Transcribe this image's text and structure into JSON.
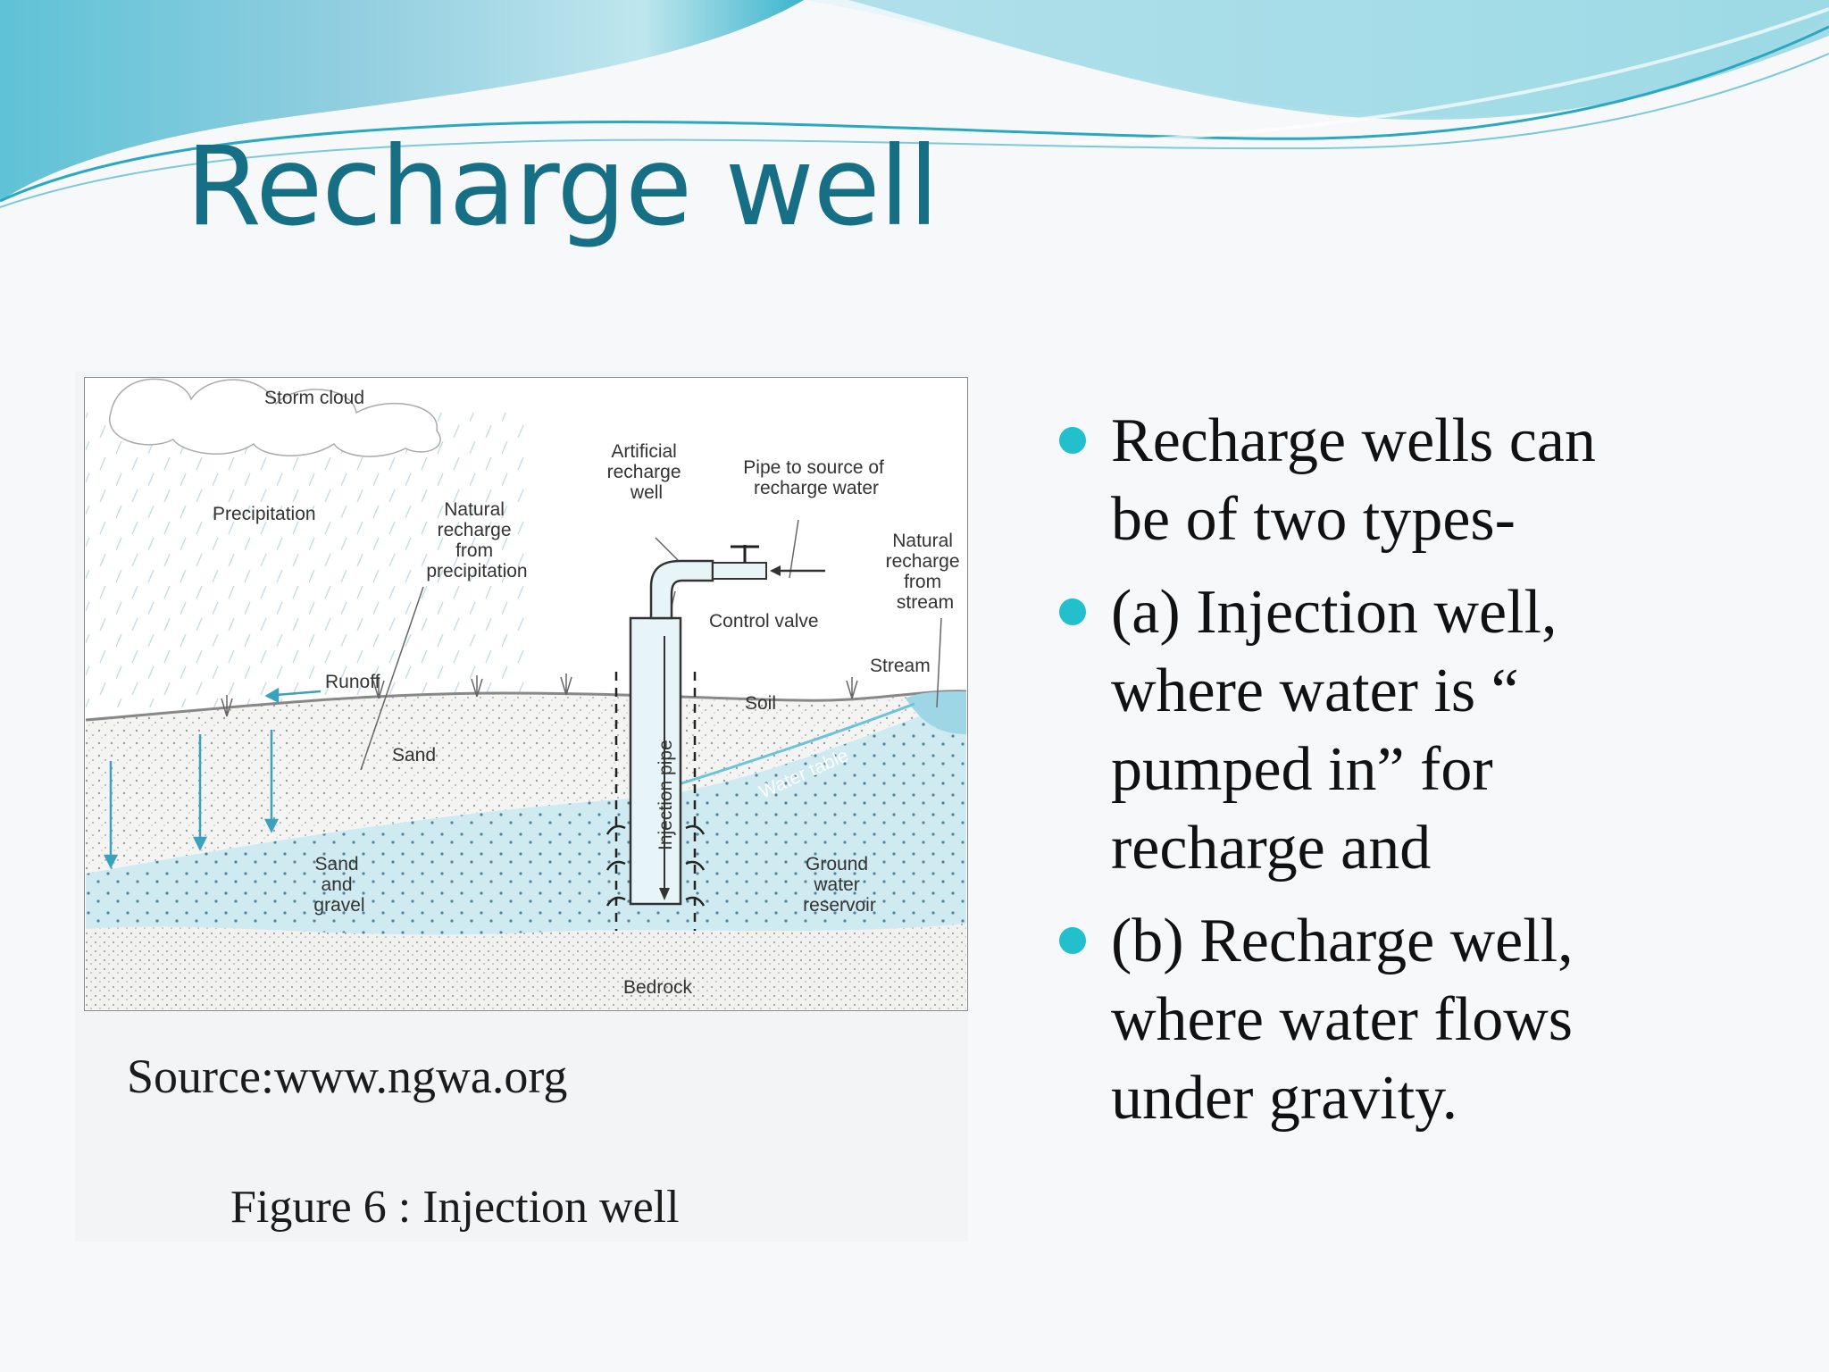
{
  "title": "Recharge well",
  "colors": {
    "title": "#176f86",
    "bullet": "#21c0cc",
    "water": "#cfeaf1",
    "header_wave": "#7ec9de"
  },
  "figure": {
    "source": "Source:www.ngwa.org",
    "caption": "Figure 6 : Injection well",
    "labels": {
      "storm_cloud": "Storm cloud",
      "precipitation": "Precipitation",
      "natural_recharge_precip": [
        "Natural",
        "recharge",
        "from",
        "precipitation"
      ],
      "artificial_well": [
        "Artificial",
        "recharge",
        "well"
      ],
      "pipe_source": [
        "Pipe to source of",
        "recharge water"
      ],
      "natural_recharge_stream": [
        "Natural",
        "recharge",
        "from",
        "stream"
      ],
      "control_valve": "Control valve",
      "stream": "Stream",
      "runoff": "Runoff",
      "soil": "Soil",
      "sand": "Sand",
      "water_table": "Water table",
      "injection_pipe": "Injection pipe",
      "sand_gravel": [
        "Sand",
        "and",
        "gravel"
      ],
      "ground_water": [
        "Ground",
        "water",
        "reservoir"
      ],
      "bedrock": "Bedrock"
    }
  },
  "bullets": [
    {
      "text": "Recharge wells can\nbe  of two types-"
    },
    {
      "text": "(a) Injection well,\nwhere water  is “\npumped in” for\nrecharge and"
    },
    {
      "text": "(b) Recharge well,\nwhere water flows\nunder gravity."
    }
  ]
}
